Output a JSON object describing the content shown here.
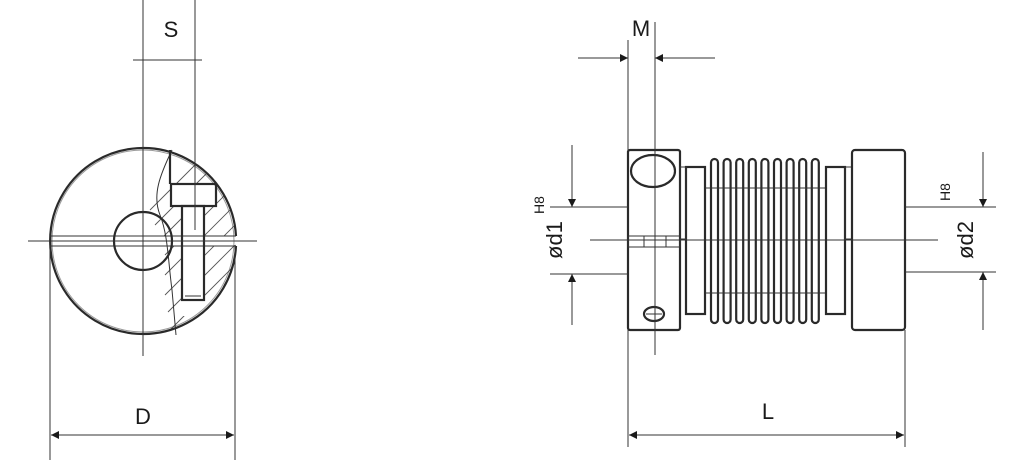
{
  "drawing": {
    "end_view": {
      "dim_s": "S",
      "dim_d": "D"
    },
    "side_view": {
      "dim_m": "M",
      "dim_l": "L",
      "dim_d1": "ød1",
      "dim_d1_tol": "H8",
      "dim_d2": "ød2",
      "dim_d2_tol": "H8"
    }
  }
}
